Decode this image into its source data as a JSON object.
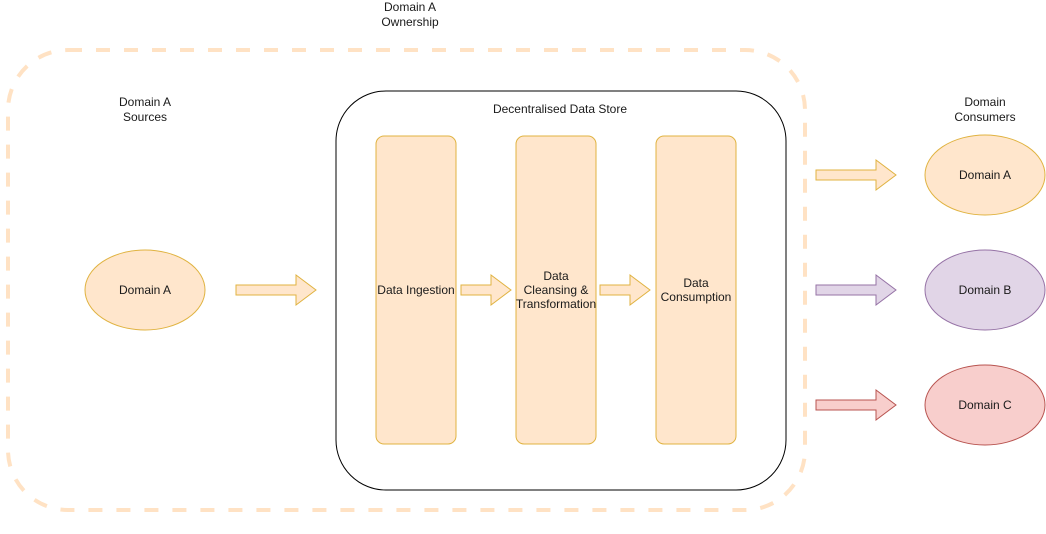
{
  "labels": {
    "ownership": "Domain A\nOwnership",
    "sources": "Domain A\nSources",
    "store": "Decentralised Data Store",
    "consumers": "Domain\nConsumers"
  },
  "source_node": "Domain A",
  "stages": [
    "Data Ingestion",
    "Data\nCleansing &\nTransformation",
    "Data\nConsumption"
  ],
  "consumer_nodes": [
    "Domain A",
    "Domain B",
    "Domain C"
  ],
  "colors": {
    "orange_fill": "#ffe6cc",
    "orange_stroke": "#d79b00",
    "gold_stroke": "#e0b341",
    "purple_fill": "#e1d5e7",
    "purple_stroke": "#9673a6",
    "red_fill": "#f8cecc",
    "red_stroke": "#b85450",
    "boundary_dash": "#ffe2c4",
    "store_border": "#000000"
  }
}
